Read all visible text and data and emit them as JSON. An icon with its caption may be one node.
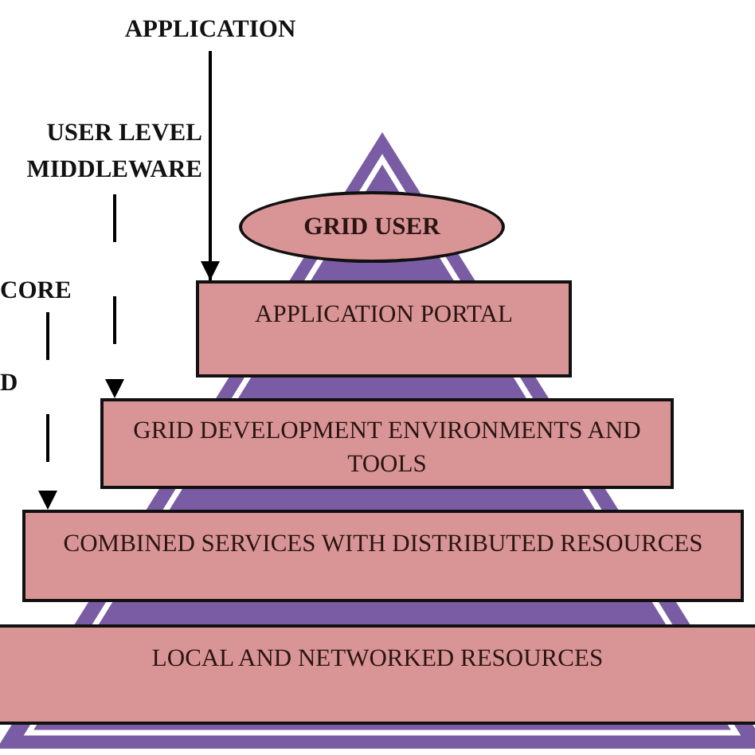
{
  "diagram": {
    "nodes": [
      {
        "text": [
          "APPLICATION"
        ]
      },
      {
        "text": [
          "USER LEVEL MIDDLEWARE"
        ]
      },
      {
        "text": [
          "CORE"
        ]
      },
      {
        "text": [
          "D"
        ]
      },
      {
        "text": [
          "GRID USER"
        ]
      },
      {
        "text": [
          "APPLICATION PORTAL"
        ]
      },
      {
        "text": [
          "GRID DEVELOPMENT ENVIRONMENTS AND TOOLS"
        ]
      },
      {
        "text": [
          "COMBINED SERVICES WITH DISTRIBUTED RESOURCES"
        ]
      },
      {
        "text": [
          "LOCAL AND NETWORKED RESOURCES"
        ]
      }
    ],
    "edges": [
      {
        "from": 0,
        "to": 5,
        "arrow": "to"
      },
      {
        "from": 1,
        "to": 6,
        "arrow": "to",
        "style": "dashed"
      },
      {
        "from": 2,
        "to": 7,
        "arrow": "to",
        "style": "dashed"
      }
    ]
  }
}
